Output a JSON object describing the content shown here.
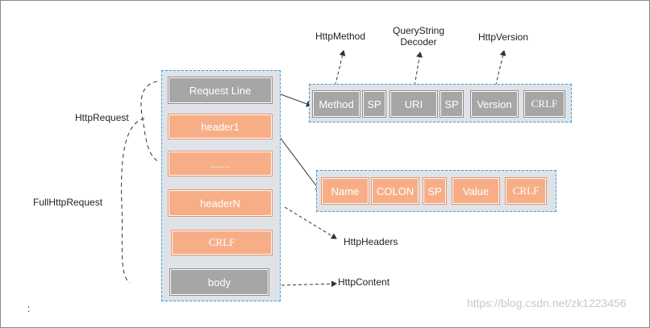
{
  "request": {
    "request_line": "Request Line",
    "header1": "header1",
    "dots": ".......",
    "headerN": "headerN",
    "crlf": "CRLF",
    "body": "body"
  },
  "line_parts": {
    "method": "Method",
    "sp1": "SP",
    "uri": "URI",
    "sp2": "SP",
    "version": "Version",
    "crlf": "CRLF"
  },
  "header_parts": {
    "name": "Name",
    "colon": "COLON",
    "sp": "SP",
    "value": "Value",
    "crlf": "CRLF"
  },
  "labels": {
    "http_method": "HttpMethod",
    "query_line1": "QueryString",
    "query_line2": "Decoder",
    "http_version": "HttpVersion",
    "http_request": "HttpRequest",
    "full_http_request": "FullHttpRequest",
    "http_headers": "HttpHeaders",
    "http_content": "HttpContent",
    "colon_mark": ":"
  },
  "watermark": "https://blog.csdn.net/zk1223456"
}
